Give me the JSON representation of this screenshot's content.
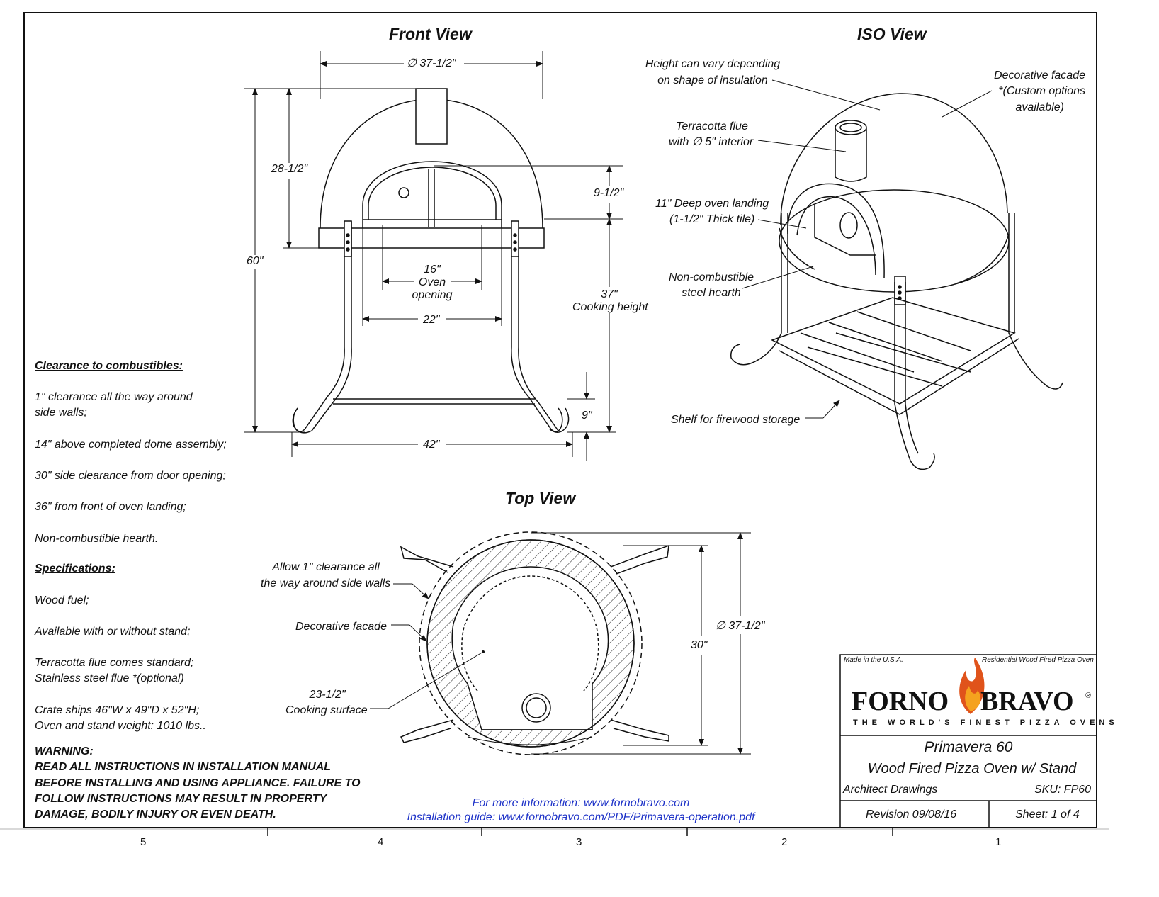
{
  "views": {
    "front": "Front View",
    "iso": "ISO View",
    "top": "Top View"
  },
  "front": {
    "dim_diameter": "∅ 37-1/2\"",
    "dim_28": "28-1/2\"",
    "dim_60": "60\"",
    "dim_9_5": "9-1/2\"",
    "dim_16": "16\"",
    "oven_word": "Oven",
    "opening_word": "opening",
    "dim_37": "37\"",
    "cooking_height": "Cooking height",
    "dim_22": "22\"",
    "dim_9": "9\"",
    "dim_42": "42\""
  },
  "iso": {
    "height_note_1": "Height can vary depending",
    "height_note_2": "on shape of insulation",
    "facade_1": "Decorative facade",
    "facade_2": "*(Custom options",
    "facade_3": "available)",
    "flue_1": "Terracotta flue",
    "flue_2": "with ∅ 5\"  interior",
    "landing_1": "11\" Deep oven landing",
    "landing_2": "(1-1/2\" Thick tile)",
    "hearth_1": "Non-combustible",
    "hearth_2": "steel hearth",
    "shelf": "Shelf for firewood storage"
  },
  "top": {
    "allow_1": "Allow 1\" clearance all",
    "allow_2": "the way around side walls",
    "facade": "Decorative facade",
    "cook_1": "23-1/2\"",
    "cook_2": "Cooking surface",
    "dim_30": "30\"",
    "dim_diameter": "∅ 37-1/2\""
  },
  "notes": {
    "clearance_header": "Clearance to combustibles:",
    "c1a": "1\" clearance all the way around",
    "c1b": "side walls;",
    "c2": "14\" above completed dome assembly;",
    "c3": "30\" side clearance from door opening;",
    "c4": "36\" from front of oven landing;",
    "c5": "Non-combustible hearth.",
    "spec_header": "Specifications:",
    "s1": "Wood fuel;",
    "s2": "Available with or without stand;",
    "s3a": "Terracotta flue comes standard;",
    "s3b": "Stainless steel flue *(optional)",
    "s4a": "Crate ships 46\"W x 49\"D x 52\"H;",
    "s4b": "Oven and stand weight: 1010 lbs..",
    "warning_header": "WARNING:",
    "w1": "READ ALL INSTRUCTIONS IN INSTALLATION MANUAL",
    "w2": "BEFORE INSTALLING AND USING APPLIANCE. FAILURE TO",
    "w3": "FOLLOW INSTRUCTIONS MAY RESULT IN PROPERTY",
    "w4": "DAMAGE, BODILY INJURY OR EVEN DEATH."
  },
  "links": {
    "info": "For more information: www.fornobravo.com",
    "guide": "Installation guide: www.fornobravo.com/PDF/Primavera-operation.pdf"
  },
  "title_block": {
    "made_in": "Made in the U.S.A.",
    "residential": "Residential Wood Fired Pizza Oven",
    "logo_left": "FORNO",
    "logo_right": "BRAVO",
    "registered": "®",
    "tagline": "THE WORLD'S FINEST PIZZA OVENS",
    "model": "Primavera 60",
    "description": "Wood Fired Pizza Oven w/ Stand",
    "doc_type": "Architect Drawings",
    "sku": "SKU: FP60",
    "revision": "Revision  09/08/16",
    "sheet": "Sheet: 1 of 4"
  },
  "zones": [
    "5",
    "4",
    "3",
    "2",
    "1"
  ],
  "colors": {
    "ink": "#111111",
    "link": "#1f33c8",
    "flame_outer": "#e0531b",
    "flame_inner": "#f5a21e"
  }
}
